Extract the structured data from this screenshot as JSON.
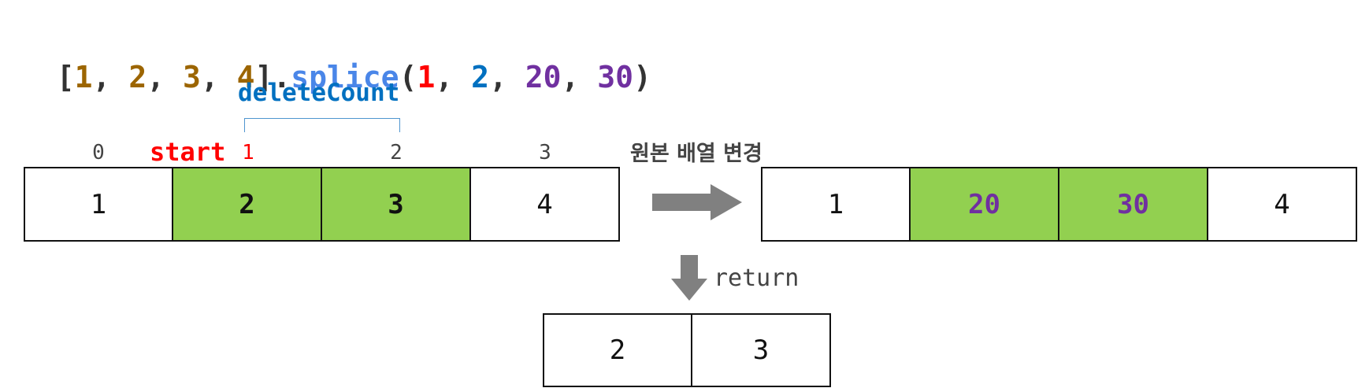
{
  "code": {
    "tokens": [
      {
        "text": "[",
        "color": "#333333"
      },
      {
        "text": "1",
        "color": "#9c6500"
      },
      {
        "text": ", ",
        "color": "#333333"
      },
      {
        "text": "2",
        "color": "#9c6500"
      },
      {
        "text": ", ",
        "color": "#333333"
      },
      {
        "text": "3",
        "color": "#9c6500"
      },
      {
        "text": ", ",
        "color": "#333333"
      },
      {
        "text": "4",
        "color": "#9c6500"
      },
      {
        "text": "].",
        "color": "#333333"
      },
      {
        "text": "splice",
        "color": "#4a86e8"
      },
      {
        "text": "(",
        "color": "#333333"
      },
      {
        "text": "1",
        "color": "#ff0000"
      },
      {
        "text": ", ",
        "color": "#333333"
      },
      {
        "text": "2",
        "color": "#0070c0"
      },
      {
        "text": ", ",
        "color": "#333333"
      },
      {
        "text": "20",
        "color": "#7030a0"
      },
      {
        "text": ", ",
        "color": "#333333"
      },
      {
        "text": "30",
        "color": "#7030a0"
      },
      {
        "text": ")",
        "color": "#333333"
      }
    ]
  },
  "labels": {
    "delete_count": "deleteCount",
    "start": "start",
    "mutate": "원본 배열 변경",
    "return": "return"
  },
  "indices": [
    "0",
    "1",
    "2",
    "3"
  ],
  "original_array": [
    "1",
    "2",
    "3",
    "4"
  ],
  "modified_array": [
    "1",
    "20",
    "30",
    "4"
  ],
  "returned_array": [
    "2",
    "3"
  ],
  "colors": {
    "highlight": "#92d050",
    "start": "#ff0000",
    "delete_count": "#0070c0",
    "inserted": "#7030a0",
    "arrow": "#808080"
  }
}
